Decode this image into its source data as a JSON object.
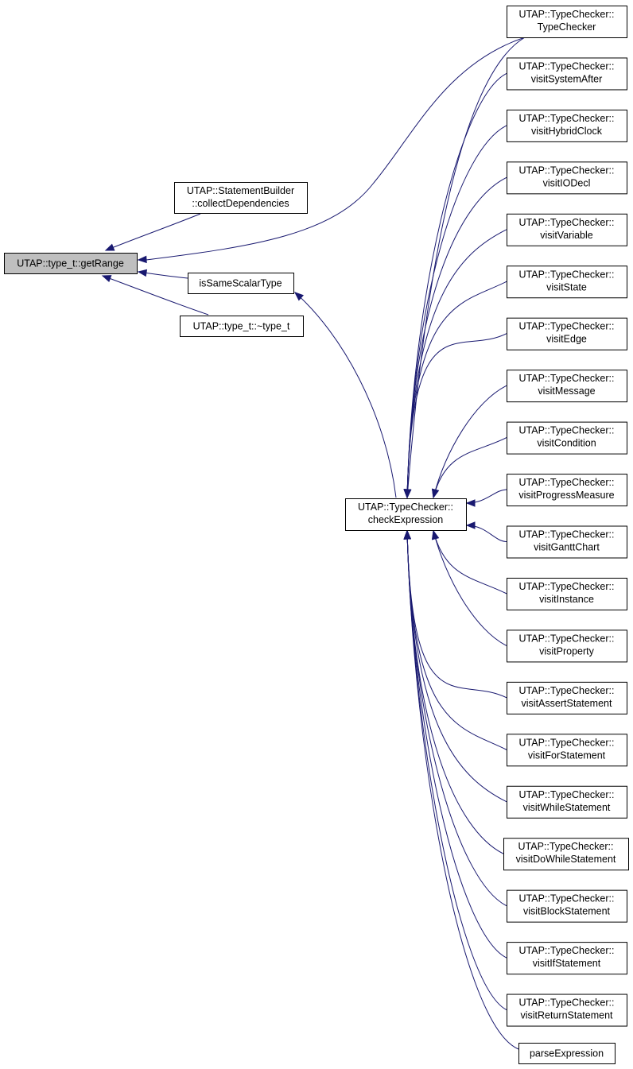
{
  "colors": {
    "edge": "#191970",
    "root_fill": "#bfbfbf",
    "node_fill": "#ffffff",
    "node_border": "#000000"
  },
  "nodes": [
    {
      "id": "getRange",
      "lines": [
        "UTAP::type_t::getRange"
      ],
      "root": true
    },
    {
      "id": "collectDependencies",
      "lines": [
        "UTAP::StatementBuilder",
        "::collectDependencies"
      ]
    },
    {
      "id": "isSameScalarType",
      "lines": [
        "isSameScalarType"
      ]
    },
    {
      "id": "destructor",
      "lines": [
        "UTAP::type_t::~type_t"
      ]
    },
    {
      "id": "checkExpression",
      "lines": [
        "UTAP::TypeChecker::",
        "checkExpression"
      ]
    },
    {
      "id": "TypeChecker",
      "lines": [
        "UTAP::TypeChecker::",
        "TypeChecker"
      ]
    },
    {
      "id": "visitSystemAfter",
      "lines": [
        "UTAP::TypeChecker::",
        "visitSystemAfter"
      ]
    },
    {
      "id": "visitHybridClock",
      "lines": [
        "UTAP::TypeChecker::",
        "visitHybridClock"
      ]
    },
    {
      "id": "visitIODecl",
      "lines": [
        "UTAP::TypeChecker::",
        "visitIODecl"
      ]
    },
    {
      "id": "visitVariable",
      "lines": [
        "UTAP::TypeChecker::",
        "visitVariable"
      ]
    },
    {
      "id": "visitState",
      "lines": [
        "UTAP::TypeChecker::",
        "visitState"
      ]
    },
    {
      "id": "visitEdge",
      "lines": [
        "UTAP::TypeChecker::",
        "visitEdge"
      ]
    },
    {
      "id": "visitMessage",
      "lines": [
        "UTAP::TypeChecker::",
        "visitMessage"
      ]
    },
    {
      "id": "visitCondition",
      "lines": [
        "UTAP::TypeChecker::",
        "visitCondition"
      ]
    },
    {
      "id": "visitProgressMeasure",
      "lines": [
        "UTAP::TypeChecker::",
        "visitProgressMeasure"
      ]
    },
    {
      "id": "visitGanttChart",
      "lines": [
        "UTAP::TypeChecker::",
        "visitGanttChart"
      ]
    },
    {
      "id": "visitInstance",
      "lines": [
        "UTAP::TypeChecker::",
        "visitInstance"
      ]
    },
    {
      "id": "visitProperty",
      "lines": [
        "UTAP::TypeChecker::",
        "visitProperty"
      ]
    },
    {
      "id": "visitAssertStatement",
      "lines": [
        "UTAP::TypeChecker::",
        "visitAssertStatement"
      ]
    },
    {
      "id": "visitForStatement",
      "lines": [
        "UTAP::TypeChecker::",
        "visitForStatement"
      ]
    },
    {
      "id": "visitWhileStatement",
      "lines": [
        "UTAP::TypeChecker::",
        "visitWhileStatement"
      ]
    },
    {
      "id": "visitDoWhileStatement",
      "lines": [
        "UTAP::TypeChecker::",
        "visitDoWhileStatement"
      ]
    },
    {
      "id": "visitBlockStatement",
      "lines": [
        "UTAP::TypeChecker::",
        "visitBlockStatement"
      ]
    },
    {
      "id": "visitIfStatement",
      "lines": [
        "UTAP::TypeChecker::",
        "visitIfStatement"
      ]
    },
    {
      "id": "visitReturnStatement",
      "lines": [
        "UTAP::TypeChecker::",
        "visitReturnStatement"
      ]
    },
    {
      "id": "parseExpression",
      "lines": [
        "parseExpression"
      ]
    }
  ],
  "edges": [
    {
      "from": "collectDependencies",
      "to": "getRange"
    },
    {
      "from": "TypeChecker",
      "to": "getRange"
    },
    {
      "from": "isSameScalarType",
      "to": "getRange"
    },
    {
      "from": "destructor",
      "to": "getRange"
    },
    {
      "from": "checkExpression",
      "to": "isSameScalarType"
    },
    {
      "from": "TypeChecker",
      "to": "checkExpression"
    },
    {
      "from": "visitSystemAfter",
      "to": "checkExpression"
    },
    {
      "from": "visitHybridClock",
      "to": "checkExpression"
    },
    {
      "from": "visitIODecl",
      "to": "checkExpression"
    },
    {
      "from": "visitVariable",
      "to": "checkExpression"
    },
    {
      "from": "visitState",
      "to": "checkExpression"
    },
    {
      "from": "visitEdge",
      "to": "checkExpression"
    },
    {
      "from": "visitMessage",
      "to": "checkExpression"
    },
    {
      "from": "visitCondition",
      "to": "checkExpression"
    },
    {
      "from": "visitProgressMeasure",
      "to": "checkExpression"
    },
    {
      "from": "visitGanttChart",
      "to": "checkExpression"
    },
    {
      "from": "visitInstance",
      "to": "checkExpression"
    },
    {
      "from": "visitProperty",
      "to": "checkExpression"
    },
    {
      "from": "visitAssertStatement",
      "to": "checkExpression"
    },
    {
      "from": "visitForStatement",
      "to": "checkExpression"
    },
    {
      "from": "visitWhileStatement",
      "to": "checkExpression"
    },
    {
      "from": "visitDoWhileStatement",
      "to": "checkExpression"
    },
    {
      "from": "visitBlockStatement",
      "to": "checkExpression"
    },
    {
      "from": "visitIfStatement",
      "to": "checkExpression"
    },
    {
      "from": "visitReturnStatement",
      "to": "checkExpression"
    },
    {
      "from": "parseExpression",
      "to": "checkExpression"
    }
  ]
}
